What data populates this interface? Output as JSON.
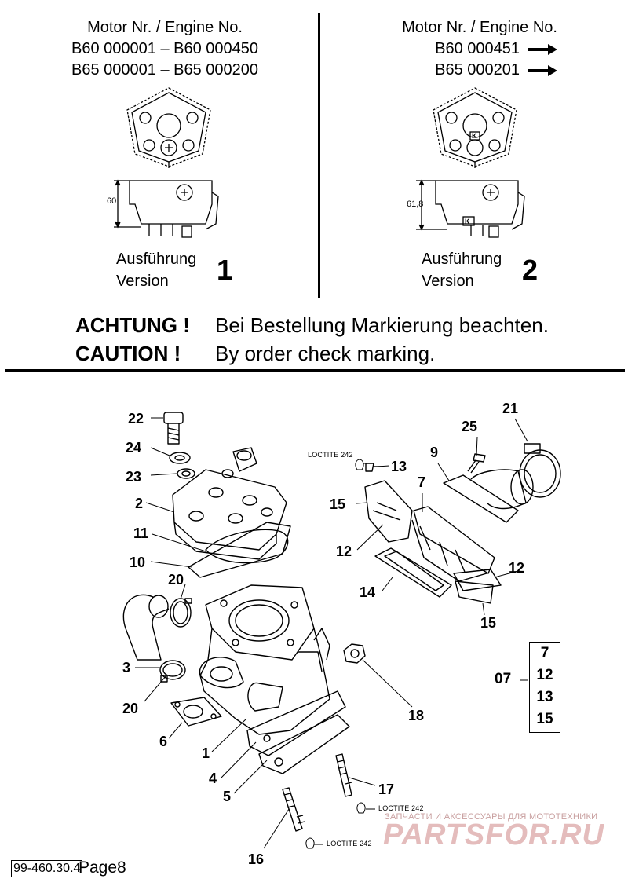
{
  "header": {
    "left": {
      "title": "Motor Nr. / Engine No.",
      "line1": "B60 000001 – B60 000450",
      "line2": "B65 000001 – B65 000200",
      "dimension": "60",
      "version_label_de": "Ausführung",
      "version_label_en": "Version",
      "version_number": "1"
    },
    "right": {
      "title": "Motor Nr. / Engine No.",
      "line1": "B60 000451",
      "line2": "B65 000201",
      "dimension": "61,8",
      "marking": "K",
      "version_label_de": "Ausführung",
      "version_label_en": "Version",
      "version_number": "2"
    }
  },
  "caution": {
    "de_label": "ACHTUNG !",
    "de_text": "Bei Bestellung Markierung beachten.",
    "en_label": "CAUTION !",
    "en_text": "By order check marking."
  },
  "callouts": [
    "22",
    "24",
    "23",
    "2",
    "11",
    "10",
    "20",
    "3",
    "20",
    "6",
    "1",
    "4",
    "5",
    "16",
    "17",
    "18",
    "13",
    "9",
    "25",
    "21",
    "7",
    "15",
    "12",
    "14",
    "12",
    "15"
  ],
  "loctite": [
    "LOCTITE 242",
    "LOCTITE 242",
    "LOCTITE 242"
  ],
  "kit": {
    "label": "07",
    "items": [
      "7",
      "12",
      "13",
      "15"
    ]
  },
  "footer": {
    "doc_number": "99-460.30.4",
    "page": "Page8"
  },
  "watermark": {
    "small": "ЗАПЧАСТИ И АКСЕССУАРЫ ДЛЯ МОТОТЕХНИКИ",
    "big": "PARTSFOR.RU"
  }
}
